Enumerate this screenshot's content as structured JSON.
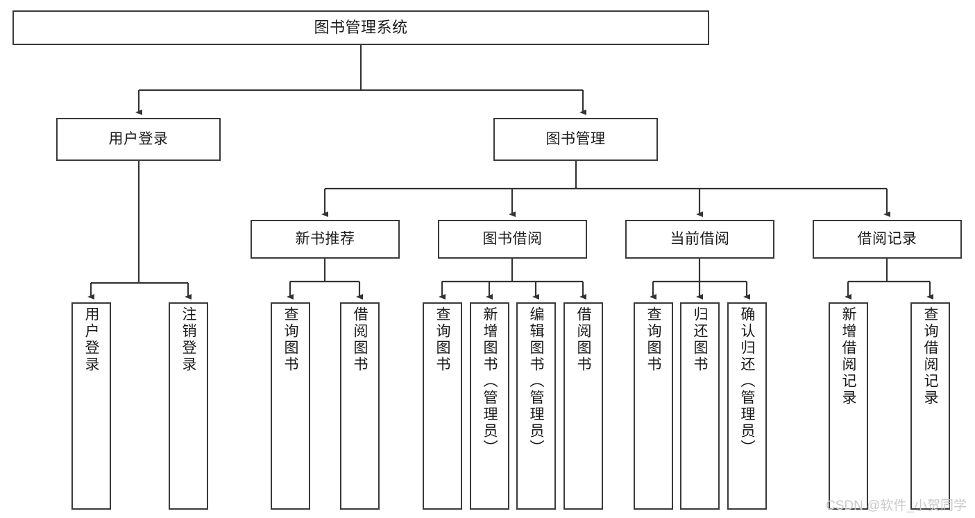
{
  "diagram": {
    "title": "图书管理系统",
    "type": "tree",
    "watermark": "CSDN @软件_小贺同学",
    "colors": {
      "box_border": "#3a3a3a",
      "box_fill": "#ffffff",
      "connector": "#333333",
      "text": "#1a1a1a",
      "watermark": "#c9c9c9"
    },
    "nodes": {
      "root": {
        "label": "图书管理系统",
        "level": 0
      },
      "level1": [
        {
          "id": "user-login",
          "label": "用户登录"
        },
        {
          "id": "book-manage",
          "label": "图书管理"
        }
      ],
      "level2": [
        {
          "id": "new-book-rec",
          "label": "新书推荐",
          "parent": "book-manage"
        },
        {
          "id": "book-borrow",
          "label": "图书借阅",
          "parent": "book-manage"
        },
        {
          "id": "current-borrow",
          "label": "当前借阅",
          "parent": "book-manage"
        },
        {
          "id": "borrow-record",
          "label": "借阅记录",
          "parent": "book-manage"
        }
      ],
      "leaves": [
        {
          "id": "leaf-user-login",
          "label": "用户登录",
          "parent": "user-login"
        },
        {
          "id": "leaf-logout",
          "label": "注销登录",
          "parent": "user-login"
        },
        {
          "id": "leaf-query-book-1",
          "label": "查询图书",
          "parent": "new-book-rec"
        },
        {
          "id": "leaf-borrow-book-1",
          "label": "借阅图书",
          "parent": "new-book-rec"
        },
        {
          "id": "leaf-query-book-2",
          "label": "查询图书",
          "parent": "book-borrow"
        },
        {
          "id": "leaf-add-book",
          "label": "新增图书（管理员）",
          "parent": "book-borrow"
        },
        {
          "id": "leaf-edit-book",
          "label": "编辑图书（管理员）",
          "parent": "book-borrow"
        },
        {
          "id": "leaf-borrow-book-2",
          "label": "借阅图书",
          "parent": "book-borrow"
        },
        {
          "id": "leaf-query-book-3",
          "label": "查询图书",
          "parent": "current-borrow"
        },
        {
          "id": "leaf-return-book",
          "label": "归还图书",
          "parent": "current-borrow"
        },
        {
          "id": "leaf-confirm-return",
          "label": "确认归还（管理员）",
          "parent": "current-borrow"
        },
        {
          "id": "leaf-add-record",
          "label": "新增借阅记录",
          "parent": "borrow-record"
        },
        {
          "id": "leaf-query-record",
          "label": "查询借阅记录",
          "parent": "borrow-record"
        }
      ]
    }
  }
}
